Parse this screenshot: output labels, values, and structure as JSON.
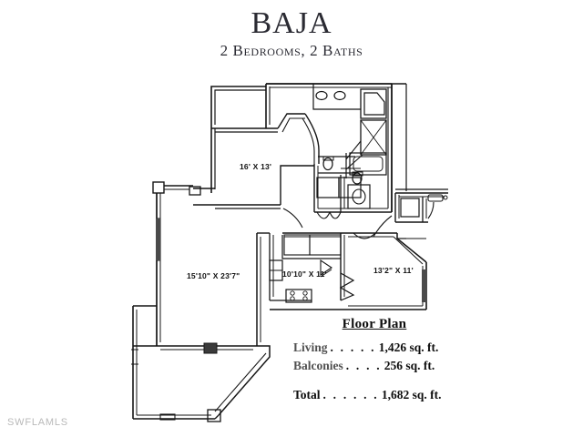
{
  "title": {
    "name": "BAJA",
    "subtitle": "2 Bedrooms, 2 Baths"
  },
  "rooms": [
    {
      "key": "master",
      "label": "16' X 13'"
    },
    {
      "key": "living",
      "label": "15'10\" X 23'7\""
    },
    {
      "key": "kitchen",
      "label": "10'10\" X 11'"
    },
    {
      "key": "bedroom2",
      "label": "13'2\" X 11'"
    }
  ],
  "legend": {
    "heading": "Floor Plan",
    "rows": [
      {
        "label": "Living",
        "dots": ". . . . .",
        "value": "1,426 sq. ft."
      },
      {
        "label": "Balconies",
        "dots": ". . . .",
        "value": "256 sq. ft."
      },
      {
        "label": "Total",
        "dots": ". . . . . .",
        "value": "1,682 sq. ft."
      }
    ]
  },
  "watermark": "SWFLAMLS",
  "colors": {
    "background": "#ffffff",
    "ink": "#1a1a1a",
    "wall": "#151515",
    "watermark": "#b9b9b9"
  }
}
